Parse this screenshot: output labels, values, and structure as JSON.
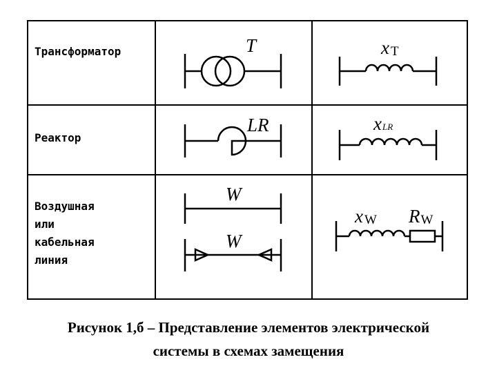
{
  "rows": [
    {
      "label_lines": [
        "Трансформатор"
      ],
      "symbol": {
        "label": "T"
      },
      "equivalent": {
        "label": "x",
        "subscript": "T"
      }
    },
    {
      "label_lines": [
        "Реактор"
      ],
      "symbol": {
        "label": "LR"
      },
      "equivalent": {
        "label": "x",
        "subscript": "LR"
      }
    },
    {
      "label_lines": [
        "Воздушная",
        "или",
        "кабельная",
        "линия"
      ],
      "symbol_overhead": {
        "label": "W"
      },
      "symbol_cable": {
        "label": "W"
      },
      "equivalent": {
        "x_label": "x",
        "x_subscript": "W",
        "r_label": "R",
        "r_subscript": "W"
      }
    }
  ],
  "caption": {
    "line1": "Рисунок 1,б – Представление элементов электрической",
    "line2": "системы в схемах замещения"
  }
}
